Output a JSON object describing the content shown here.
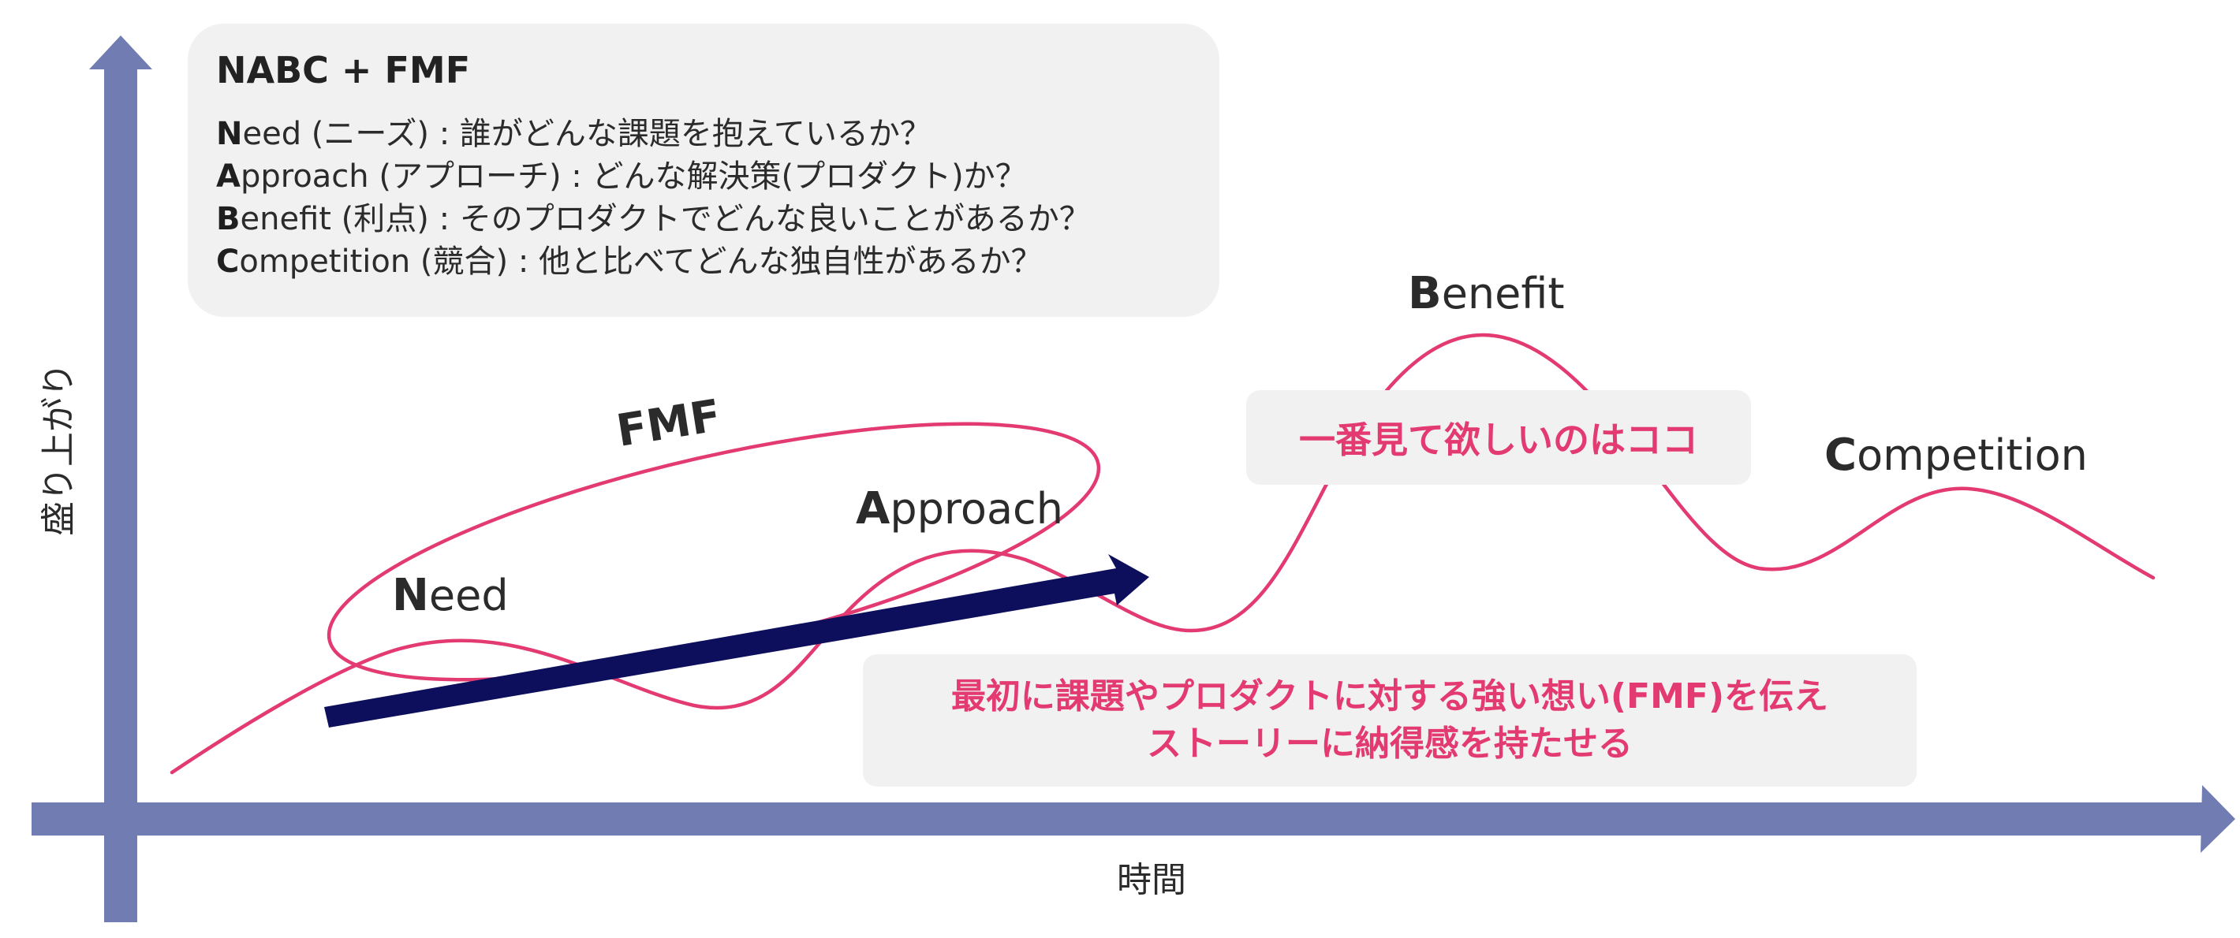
{
  "diagram": {
    "box": {
      "title": "NABC + FMF",
      "lines": [
        {
          "initial": "N",
          "rest": "eed (ニーズ) : 誰がどんな課題を抱えているか？"
        },
        {
          "initial": "A",
          "rest": "pproach (アプローチ) : どんな解決策(プロダクト)か？"
        },
        {
          "initial": "B",
          "rest": "enefit (利点) : そのプロダクトでどんな良いことがあるか？"
        },
        {
          "initial": "C",
          "rest": "ompetition (競合) : 他と比べてどんな独自性があるか？"
        }
      ]
    },
    "stages": {
      "need": {
        "initial": "N",
        "rest": "eed"
      },
      "approach": {
        "initial": "A",
        "rest": "pproach"
      },
      "benefit": {
        "initial": "B",
        "rest": "enefit"
      },
      "competition": {
        "initial": "C",
        "rest": "ompetition"
      }
    },
    "fmf_label": "FMF",
    "callout_top": "一番見て欲しいのはココ",
    "callout_bottom": {
      "line1": "最初に課題やプロダクトに対する強い想い(FMF)を伝え",
      "line2": "ストーリーに納得感を持たせる"
    },
    "axis": {
      "y": "盛り上がり",
      "x": "時間"
    },
    "colors": {
      "axis": "#707cb2",
      "curve": "#e23a71",
      "arrow": "#0d0f5c",
      "callout_text": "#e23a71",
      "panel_bg": "#f1f1f1"
    }
  }
}
